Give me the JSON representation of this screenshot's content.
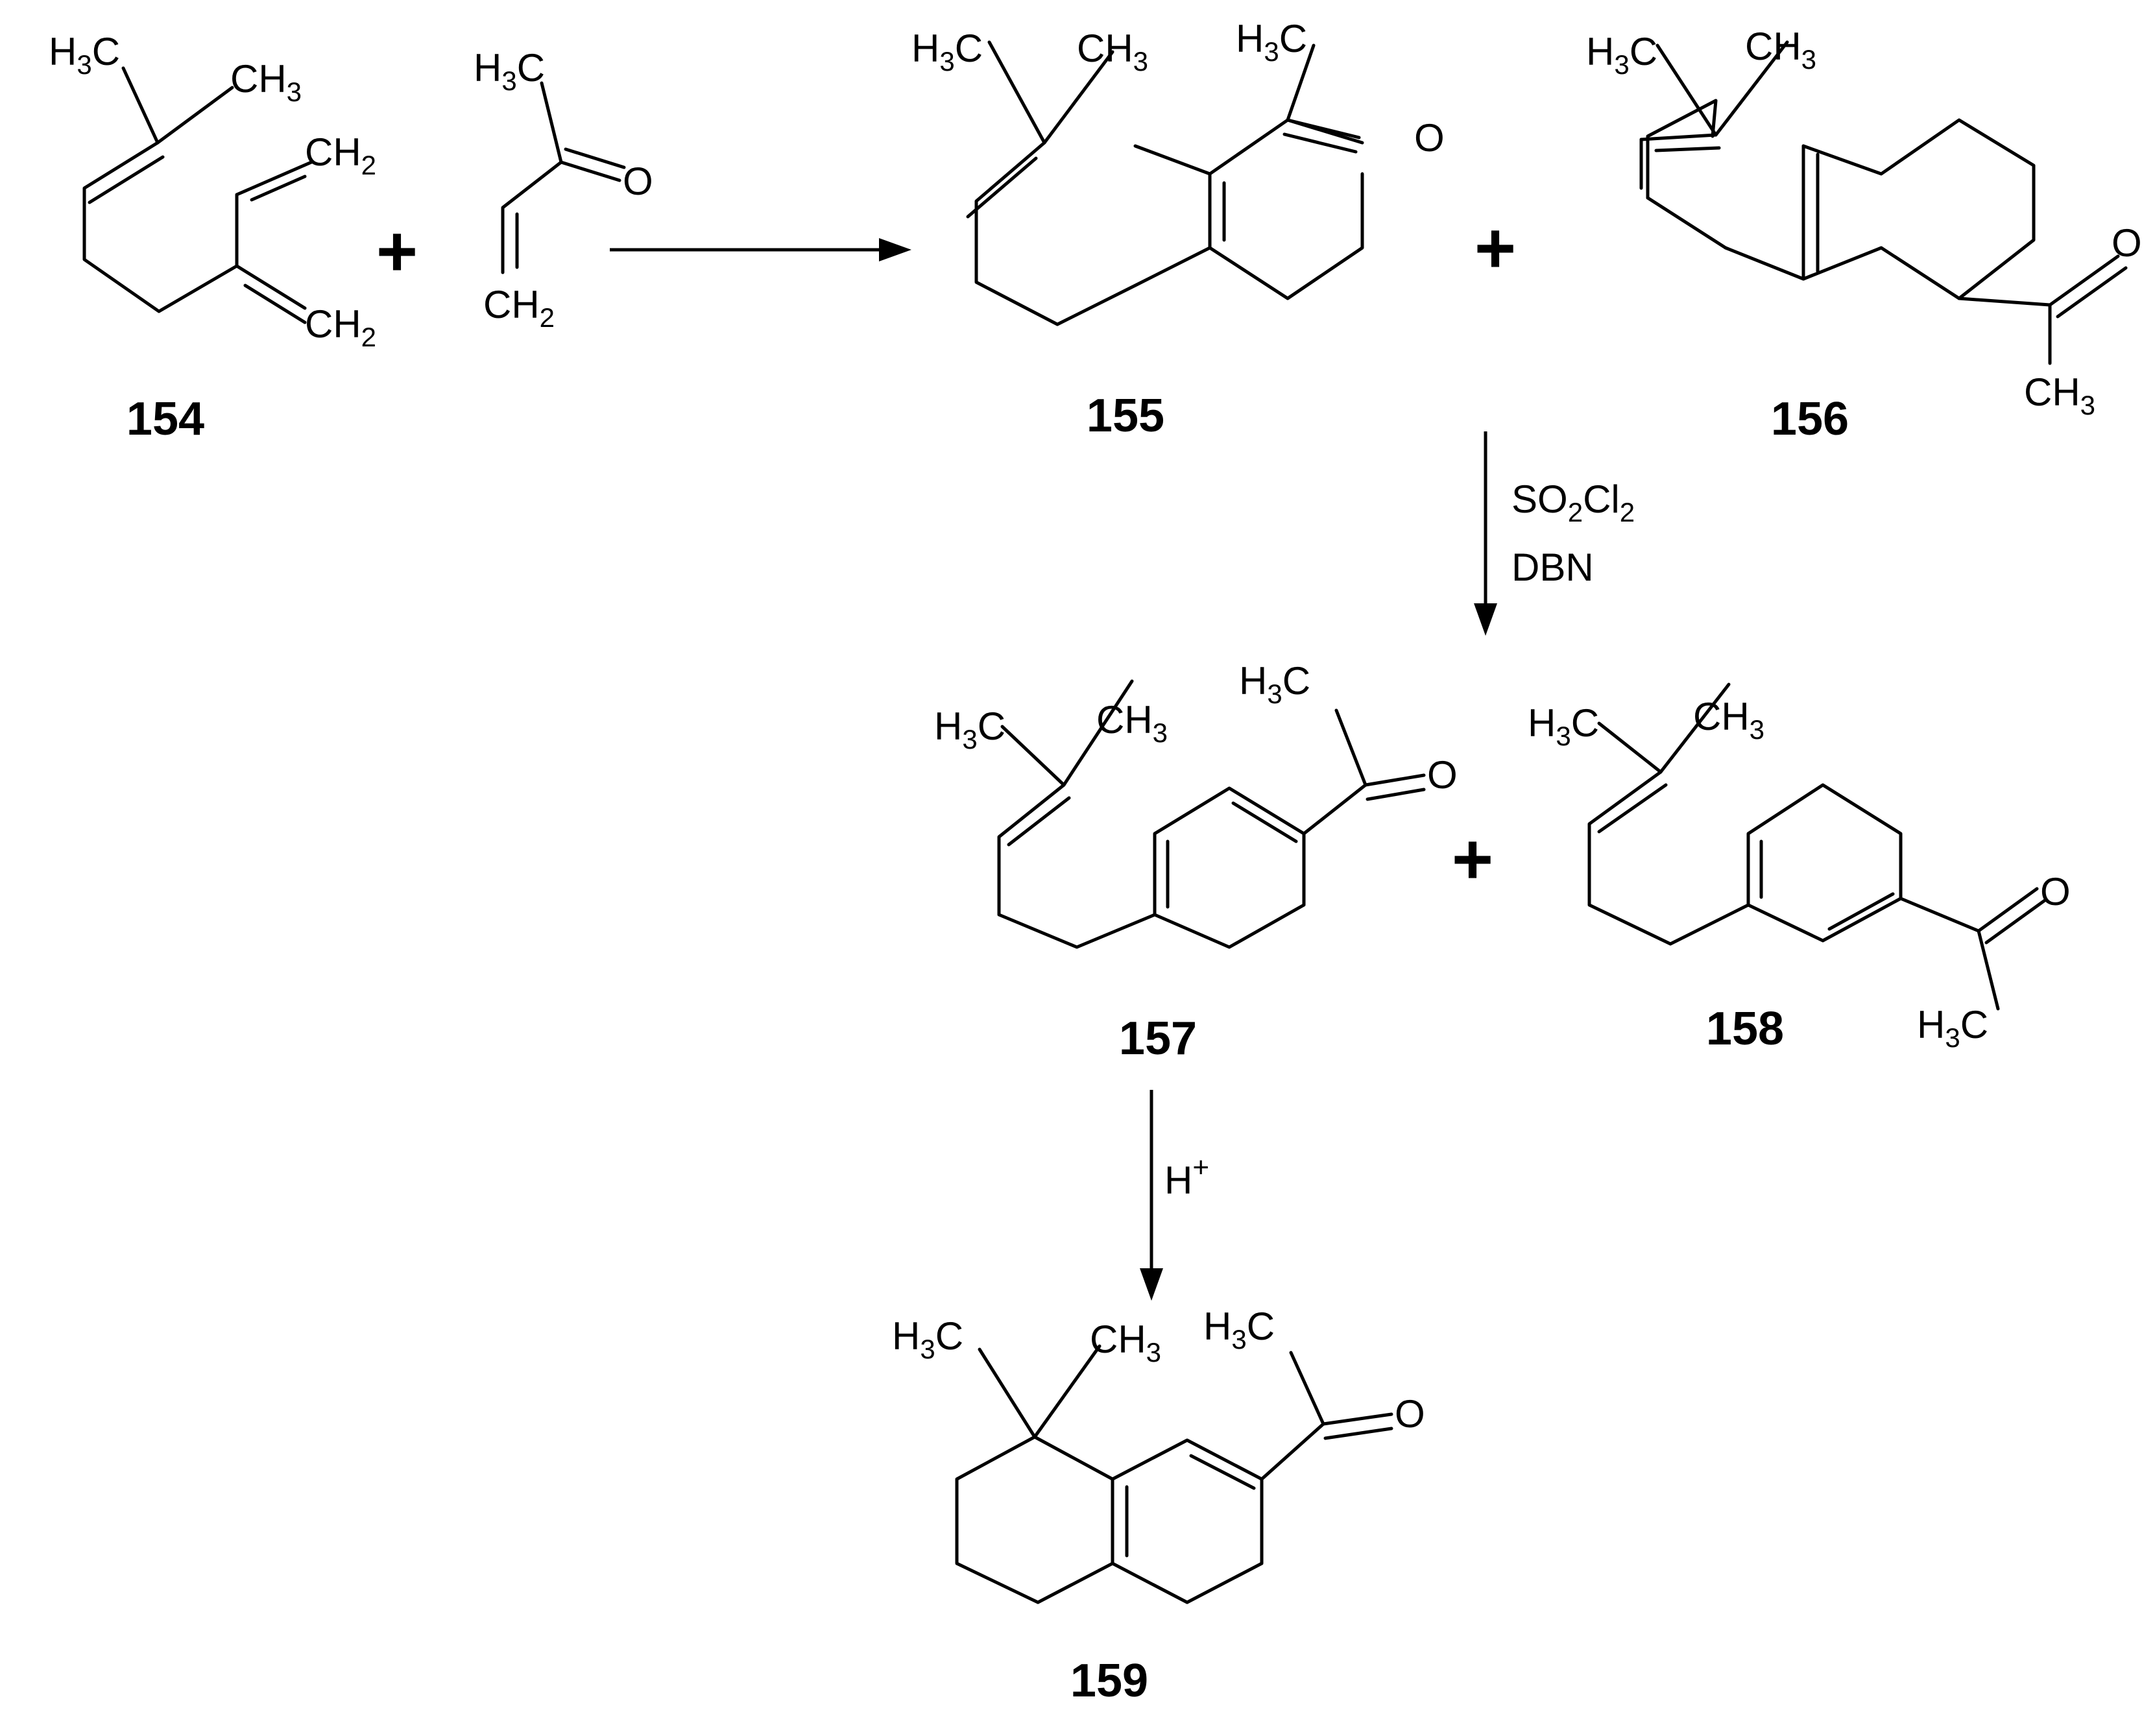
{
  "compounds": {
    "c154": {
      "label": "154"
    },
    "c155": {
      "label": "155"
    },
    "c156": {
      "label": "156"
    },
    "c157": {
      "label": "157"
    },
    "c158": {
      "label": "158"
    },
    "c159": {
      "label": "159"
    }
  },
  "groups": {
    "h3c": {
      "main": "H",
      "sub": "3",
      "tail": "C"
    },
    "ch3": {
      "main": "CH",
      "sub": "3"
    },
    "ch2": {
      "main": "CH",
      "sub": "2"
    },
    "oxygen": "O"
  },
  "operators": {
    "plus": "+"
  },
  "reagents": {
    "step1": {
      "so2cl2": {
        "s": "SO",
        "s_sub": "2",
        "cl": "Cl",
        "cl_sub": "2"
      },
      "dbn": "DBN"
    },
    "step2": {
      "h": "H",
      "charge": "+"
    }
  }
}
